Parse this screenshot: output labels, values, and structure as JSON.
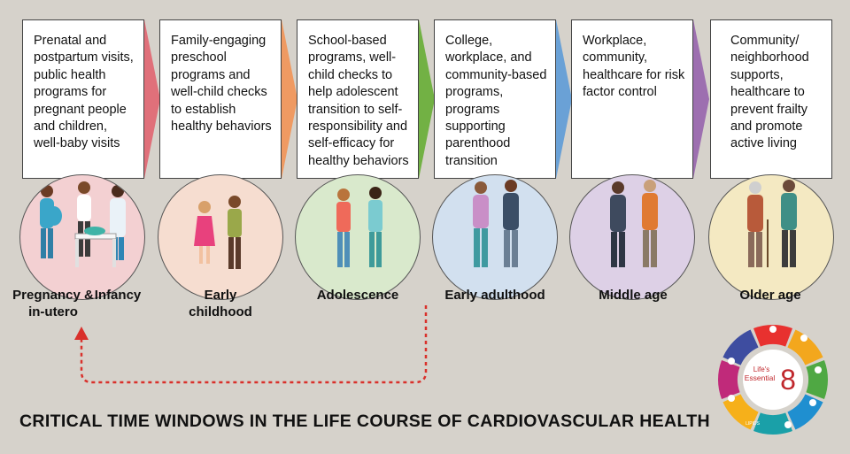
{
  "stages": [
    {
      "text": "Prenatal and postpartum visits, public health programs for pregnant people and children, well-baby visits",
      "chevron_color": "#e0707a",
      "circle_color": "#f3d0d2"
    },
    {
      "text": "Family-engaging preschool programs and well-child checks to establish healthy behaviors",
      "chevron_color": "#ef9a62",
      "circle_color": "#f6ddd0"
    },
    {
      "text": "School-based programs, well-child checks to help adolescent transition to self-responsibility and self-efficacy for healthy behaviors",
      "chevron_color": "#72b144",
      "circle_color": "#d9e9cc"
    },
    {
      "text": "College, workplace, and community-based programs, programs supporting parenthood transition",
      "chevron_color": "#6aa1d6",
      "circle_color": "#d2e0ef"
    },
    {
      "text": "Workplace, community, healthcare for risk factor control",
      "chevron_color": "#9d6fb0",
      "circle_color": "#ddd0e6"
    },
    {
      "text": "Community/ neighborhood supports, healthcare to prevent frailty and promote active living",
      "circle_color": "#f4e9c2"
    }
  ],
  "labels": {
    "pregnancy": "Pregnancy & in-utero",
    "infancy": "Infancy",
    "early_childhood": "Early childhood",
    "adolescence": "Adolescence",
    "early_adulthood": "Early adulthood",
    "middle_age": "Middle age",
    "older_age": "Older age"
  },
  "footer_title": "CRITICAL TIME WINDOWS IN THE LIFE COURSE OF CARDIOVASCULAR HEALTH",
  "logo": {
    "line1": "Life's",
    "line2": "Essential",
    "number": "8",
    "lipids_label": "LIPIDS",
    "segment_colors": [
      "#e8312f",
      "#f3a71d",
      "#4fa843",
      "#1f8fd0",
      "#1aa0a8",
      "#f6b01a",
      "#c02a7a",
      "#3e4da0"
    ]
  },
  "colors": {
    "background": "#d6d2cb",
    "arrow": "#d9302b"
  }
}
